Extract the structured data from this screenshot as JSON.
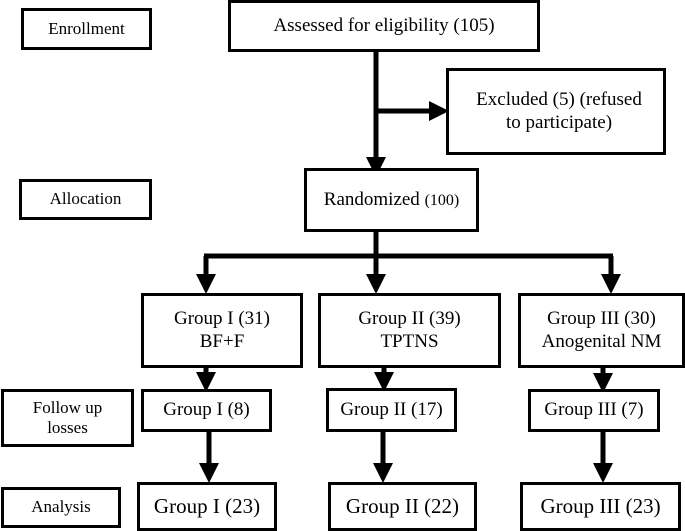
{
  "stages": {
    "enrollment": "Enrollment",
    "allocation": "Allocation",
    "followup_line1": "Follow up",
    "followup_line2": "losses",
    "analysis": "Analysis"
  },
  "assessed": {
    "label": "Assessed for eligibility",
    "count": "(105)"
  },
  "excluded": {
    "line1": "Excluded (5) (refused",
    "line2": "to participate)"
  },
  "randomized": {
    "label": "Randomized",
    "count": "(100)"
  },
  "groups": [
    {
      "line1": "Group I (31)",
      "line2": "BF+F",
      "loss": "Group I (8)",
      "analysis": "Group I (23)"
    },
    {
      "line1": "Group II (39)",
      "line2": "TPTNS",
      "loss": "Group II (17)",
      "analysis": "Group II (22)"
    },
    {
      "line1": "Group III (30)",
      "line2": "Anogenital NM",
      "loss": "Group III (7)",
      "analysis": "Group III (23)"
    }
  ]
}
